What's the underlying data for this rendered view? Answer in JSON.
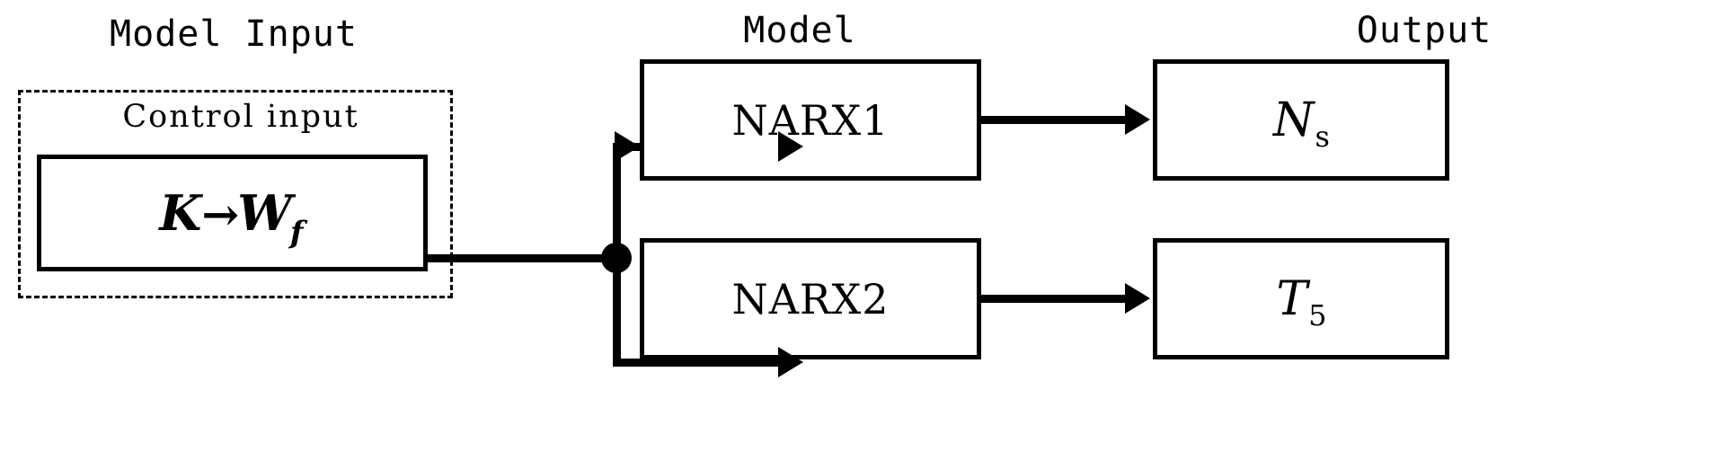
{
  "diagram": {
    "title_left": "Model Input",
    "title_middle": "Model",
    "title_right": "Output",
    "input_group": {
      "caption": "Control input",
      "block": {
        "from_symbol": "K",
        "arrow": "→",
        "to_symbol": "W",
        "to_subscript": "f"
      }
    },
    "models": [
      {
        "label": "NARX1"
      },
      {
        "label": "NARX2"
      }
    ],
    "outputs": [
      {
        "symbol": "N",
        "subscript": "s"
      },
      {
        "symbol": "T",
        "subscript": "5"
      }
    ],
    "colors": {
      "stroke": "#000000",
      "background": "#ffffff"
    }
  }
}
